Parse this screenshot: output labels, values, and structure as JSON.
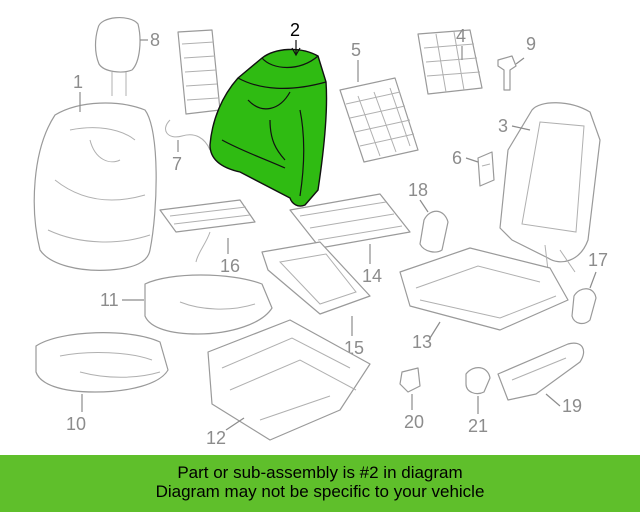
{
  "diagram": {
    "highlighted_part": "2",
    "highlight_color": "#2fbb12",
    "callouts": {
      "c1": "1",
      "c2": "2",
      "c3": "3",
      "c4": "4",
      "c5": "5",
      "c6": "6",
      "c7": "7",
      "c8": "8",
      "c9": "9",
      "c10": "10",
      "c11": "11",
      "c12": "12",
      "c13": "13",
      "c14": "14",
      "c15": "15",
      "c16": "16",
      "c17": "17",
      "c18": "18",
      "c19": "19",
      "c20": "20",
      "c21": "21"
    }
  },
  "banner": {
    "background": "#5fbf2b",
    "line1": "Part or sub-assembly is #2 in diagram",
    "line2": "Diagram may not be specific to your vehicle"
  }
}
